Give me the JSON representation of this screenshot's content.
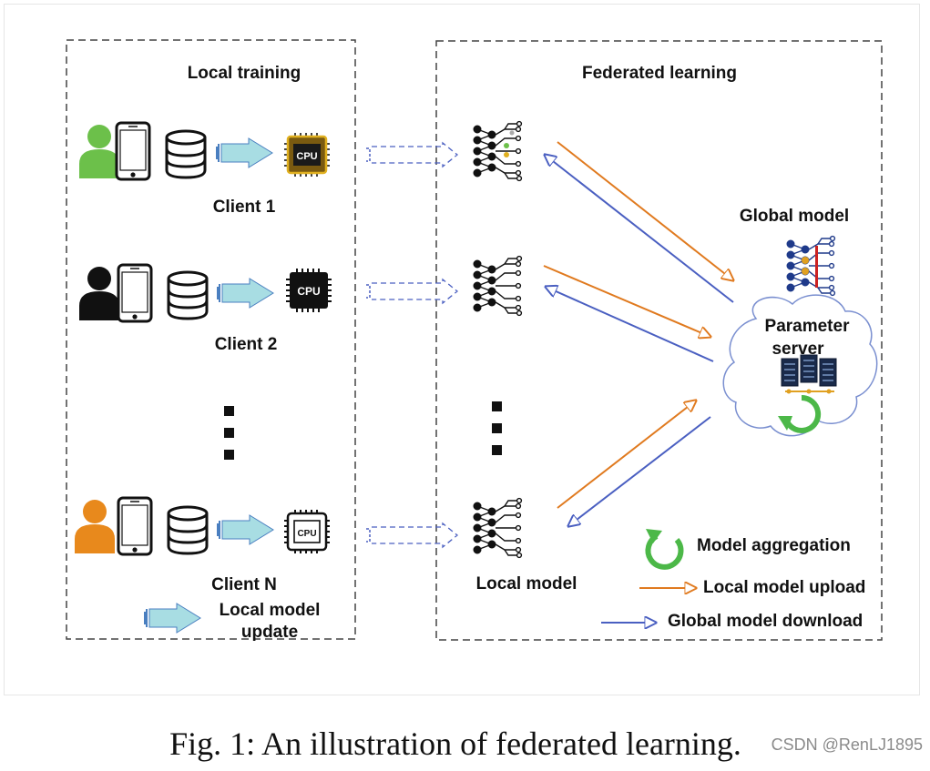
{
  "panels": {
    "local_training_title": "Local training",
    "federated_learning_title": "Federated learning"
  },
  "clients": [
    {
      "label": "Client 1",
      "person_color": "#6cc04a",
      "chip_style": "color"
    },
    {
      "label": "Client 2",
      "person_color": "#111111",
      "chip_style": "black"
    },
    {
      "label": "Client N",
      "person_color": "#e8891c",
      "chip_style": "outline"
    }
  ],
  "chip_text": "CPU",
  "labels": {
    "global_model": "Global model",
    "parameter_server_line1": "Parameter",
    "parameter_server_line2": "server",
    "local_model": "Local model"
  },
  "legend": {
    "local_model_update_line1": "Local model",
    "local_model_update_line2": "update",
    "model_aggregation": "Model aggregation",
    "local_model_upload": "Local model upload",
    "global_model_download": "Global model download"
  },
  "colors": {
    "upload": "#e07a1f",
    "download": "#4a5fc1",
    "aggregation": "#4cb848",
    "update_arrow": "#a8dde3"
  },
  "caption": "Fig. 1: An illustration of federated learning.",
  "watermark": "CSDN @RenLJ1895"
}
